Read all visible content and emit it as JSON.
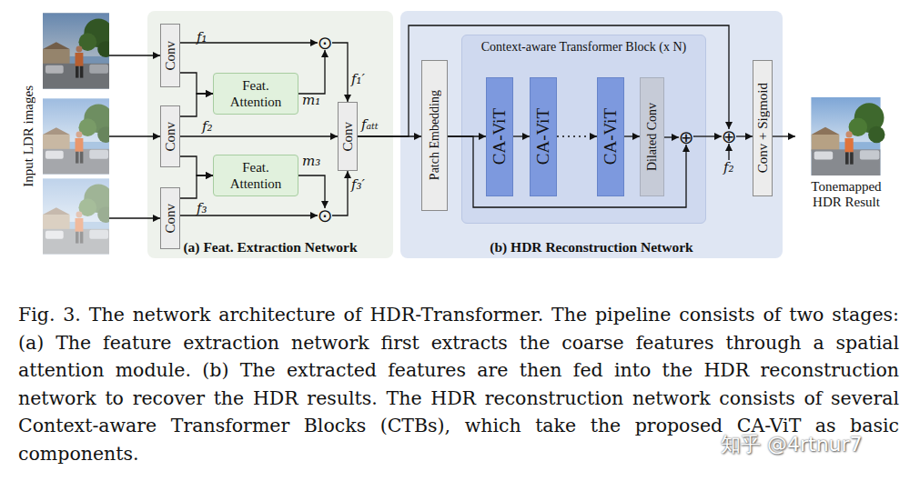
{
  "diagram": {
    "caption": "Fig. 3. The network architecture of HDR-Transformer. The pipeline consists of two stages: (a) The feature extraction network first extracts the coarse features through a spatial attention module. (b) The extracted features are then fed into the HDR reconstruction network to recover the HDR results. The HDR reconstruction network consists of several Context-aware Transformer Blocks (CTBs), which take the proposed CA-ViT as basic components.",
    "nodes": [
      {
        "text": [
          "(a) Feat. Extraction Network"
        ]
      },
      {
        "text": [
          "Conv"
        ],
        "in": 0
      },
      {
        "text": [
          "Conv"
        ],
        "in": 0
      },
      {
        "text": [
          "Conv"
        ],
        "in": 0
      },
      {
        "text": [
          "Feat. Attention"
        ],
        "in": 0
      },
      {
        "text": [
          "Feat. Attention"
        ],
        "in": 0
      },
      {
        "text": [
          "⊙"
        ],
        "in": 0
      },
      {
        "text": [
          "⊙"
        ],
        "in": 0
      },
      {
        "text": [
          "Conv"
        ],
        "in": 0
      },
      {
        "text": [
          "(b) HDR Reconstruction Network"
        ]
      },
      {
        "text": [
          "Patch Embedding"
        ],
        "in": 9
      },
      {
        "text": [
          "Context-aware Transformer Block (x N)"
        ],
        "in": 9
      },
      {
        "text": [
          "CA-ViT"
        ],
        "in": 11
      },
      {
        "text": [
          "CA-ViT"
        ],
        "in": 11
      },
      {
        "text": [
          "CA-ViT"
        ],
        "in": 11
      },
      {
        "text": [
          "Dilated Conv"
        ],
        "in": 11
      },
      {
        "text": [
          "⊕"
        ],
        "in": 11
      },
      {
        "text": [
          "⊕"
        ],
        "in": 9
      },
      {
        "text": [
          "Conv + Sigmoid"
        ],
        "in": 9
      },
      {
        "text": [
          "Tonemapped HDR Result"
        ]
      }
    ],
    "edges": [
      {
        "from": 1,
        "to": 6,
        "arrow": "to",
        "label": "f₁"
      },
      {
        "from": 1,
        "to": 4,
        "arrow": "to"
      },
      {
        "from": 2,
        "to": 4,
        "arrow": "to"
      },
      {
        "from": 2,
        "to": 5,
        "arrow": "to"
      },
      {
        "from": 3,
        "to": 5,
        "arrow": "to"
      },
      {
        "from": 3,
        "to": 7,
        "arrow": "to",
        "label": "f₃"
      },
      {
        "from": 4,
        "to": 6,
        "arrow": "to",
        "label": "m₁"
      },
      {
        "from": 5,
        "to": 7,
        "arrow": "to",
        "label": "m₃"
      },
      {
        "from": 6,
        "to": 8,
        "arrow": "to",
        "label": "f₁′"
      },
      {
        "from": 7,
        "to": 8,
        "arrow": "to",
        "label": "f₃′"
      },
      {
        "from": 2,
        "to": 8,
        "arrow": "to",
        "label": "f₂"
      },
      {
        "from": 8,
        "to": 10,
        "arrow": "to",
        "label": "fₐₜₜ"
      },
      {
        "from": 10,
        "to": 12,
        "arrow": "to"
      },
      {
        "from": 12,
        "to": 13,
        "arrow": "to"
      },
      {
        "from": 13,
        "to": 14,
        "arrow": "to"
      },
      {
        "from": 14,
        "to": 15,
        "arrow": "to"
      },
      {
        "from": 15,
        "to": 16,
        "arrow": "to"
      },
      {
        "from": 10,
        "to": 16,
        "arrow": "to"
      },
      {
        "from": 16,
        "to": 17,
        "arrow": "to"
      },
      {
        "from": 8,
        "to": 17,
        "arrow": "to"
      },
      {
        "from": 17,
        "to": 18,
        "arrow": "to"
      },
      {
        "from": 18,
        "to": 19,
        "arrow": "to"
      }
    ],
    "labels": [
      "Input LDR images",
      "f₂",
      "知乎 @4rtnur7"
    ]
  }
}
